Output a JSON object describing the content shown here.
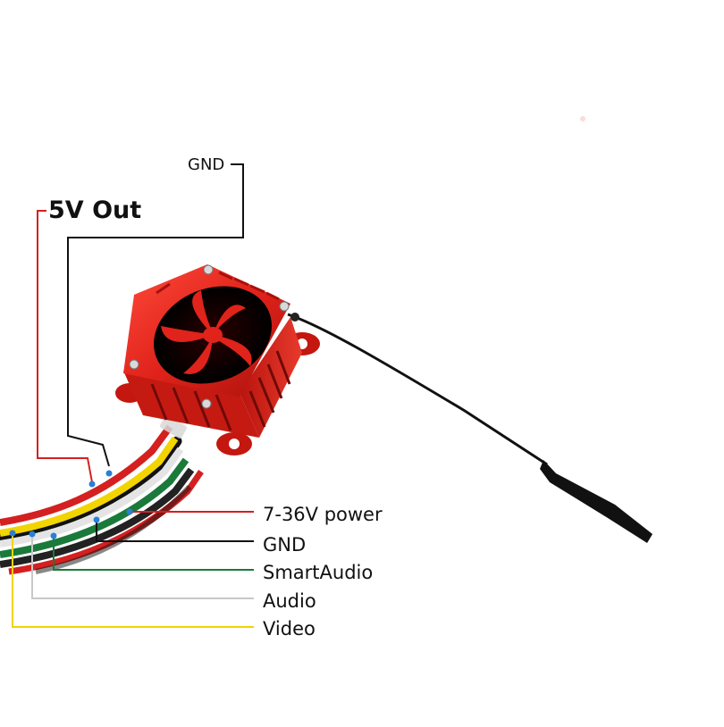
{
  "labels": {
    "gnd_top": "GND",
    "five_v_out": "5V Out",
    "power": "7-36V power",
    "gnd": "GND",
    "smartaudio": "SmartAudio",
    "audio": "Audio",
    "video": "Video"
  },
  "colors": {
    "power_line": "#d42020",
    "gnd_line": "#111111",
    "smartaudio_line": "#1a7a3a",
    "audio_line": "#c8c8c8",
    "video_line": "#f2d400",
    "dot": "#2a7fd6",
    "housing": "#e0231b"
  },
  "icons": {
    "device": "vtx-fan-module-icon",
    "antenna": "antenna-icon"
  }
}
